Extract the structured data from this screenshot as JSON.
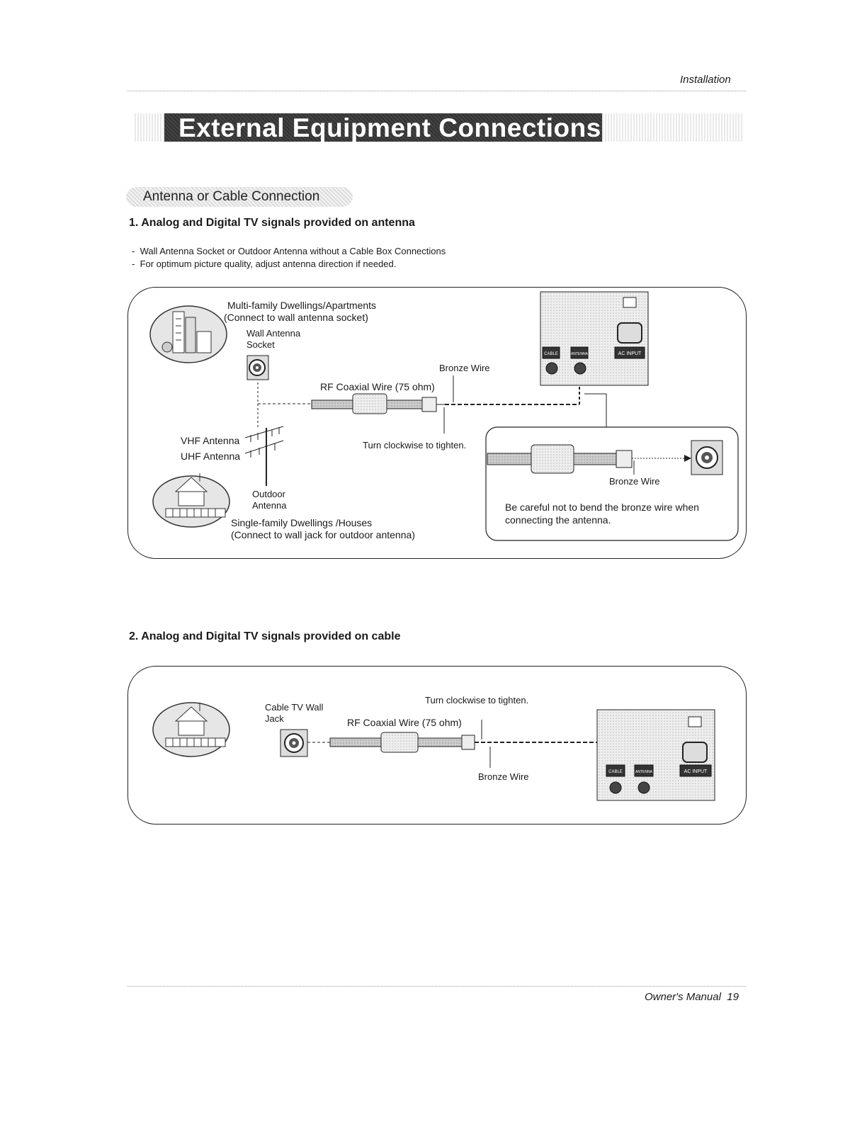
{
  "header": {
    "section": "Installation"
  },
  "banner": {
    "title": "External Equipment Connections"
  },
  "subsection": {
    "title": "Antenna or Cable Connection"
  },
  "section1": {
    "heading": "1. Analog and Digital TV signals provided on antenna",
    "bullets": [
      "Wall Antenna Socket or Outdoor Antenna without a Cable Box Connections",
      "For optimum picture quality, adjust antenna direction if needed."
    ],
    "diagram": {
      "multi_family": "Multi-family Dwellings/Apartments",
      "multi_family_note": "(Connect to wall antenna socket)",
      "wall_socket_line1": "Wall Antenna",
      "wall_socket_line2": "Socket",
      "coax": "RF Coaxial Wire (75 ohm)",
      "bronze": "Bronze Wire",
      "turn": "Turn clockwise to tighten.",
      "vhf": "VHF Antenna",
      "uhf": "UHF Antenna",
      "outdoor_line1": "Outdoor",
      "outdoor_line2": "Antenna",
      "single_family": "Single-family Dwellings /Houses",
      "single_family_note": "(Connect to wall jack for outdoor antenna)",
      "inset_bronze": "Bronze Wire",
      "inset_note_line1": "Be careful not to bend the bronze wire when",
      "inset_note_line2": "connecting the antenna.",
      "jack_cable": "CABLE",
      "jack_antenna": "ANTENNA",
      "ac_input": "AC INPUT"
    }
  },
  "section2": {
    "heading": "2. Analog and Digital TV signals provided on cable",
    "diagram": {
      "jack_line1": "Cable TV Wall",
      "jack_line2": "Jack",
      "coax": "RF Coaxial Wire (75 ohm)",
      "turn": "Turn clockwise to tighten.",
      "bronze": "Bronze Wire",
      "jack_cable": "CABLE",
      "jack_antenna": "ANTENNA",
      "ac_input": "AC INPUT"
    }
  },
  "footer": {
    "manual": "Owner's Manual",
    "page": "19"
  }
}
